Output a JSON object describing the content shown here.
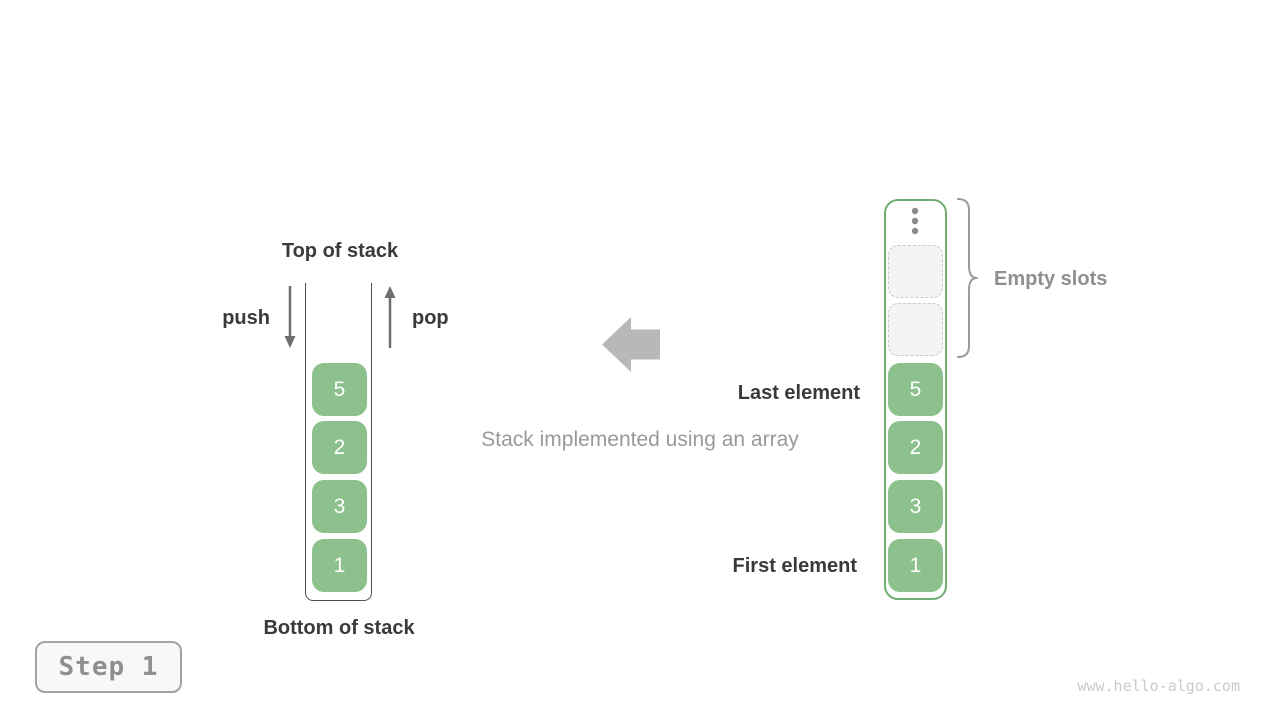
{
  "colors": {
    "cell_green": "#8CC08C",
    "array_border_green": "#6FAE6F",
    "dark_label": "#3A3A3A",
    "muted_gray": "#999999",
    "light_gray_arrow": "#B8B8B8",
    "slot_bg": "#F4F4F4",
    "slot_border": "#C9C9C9",
    "stack_outline": "#4F4F4F",
    "small_arrow_gray": "#6E6E6E",
    "brace_gray": "#9A9A9A",
    "step_text": "#8F8F8F",
    "step_border": "#A3A3A3",
    "step_bg": "#F8F8F8",
    "watermark_gray": "#CBCBCB"
  },
  "left_stack": {
    "top_label": "Top of stack",
    "bottom_label": "Bottom of stack",
    "push_label": "push",
    "pop_label": "pop",
    "cells": [
      "5",
      "2",
      "3",
      "1"
    ]
  },
  "center": {
    "caption": "Stack implemented using an array",
    "arrow_icon": "left-block-arrow"
  },
  "right_array": {
    "ellipsis_icon": "vertical-ellipsis",
    "empty_slot_count": 2,
    "empty_slots_label": "Empty slots",
    "last_element_label": "Last element",
    "first_element_label": "First element",
    "cells": [
      "5",
      "2",
      "3",
      "1"
    ]
  },
  "footer": {
    "step_label": "Step 1",
    "watermark": "www.hello-algo.com"
  }
}
